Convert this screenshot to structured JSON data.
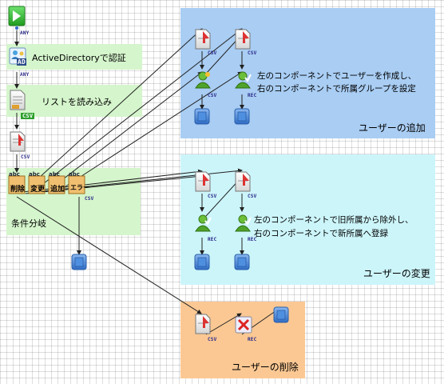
{
  "region_labels": {
    "add": "ユーザーの追加",
    "change": "ユーザーの変更",
    "delete": "ユーザーの削除",
    "branch": "条件分岐"
  },
  "node_labels": {
    "auth": "ActiveDirectoryで認証",
    "read": "リストを読み込み"
  },
  "comments": {
    "add_line1": "左のコンポーネントでユーザーを作成し、",
    "add_line2": "右のコンポーネントで所属グループを設定",
    "change_line1": "左のコンポーネントで旧所属から除外し、",
    "change_line2": "右のコンポーネントで新所属へ登録"
  },
  "tags": {
    "any": "ANY",
    "csv": "CSV",
    "rec": "REC",
    "ad": "AD",
    "abc": "abc"
  },
  "branch_pins": [
    "削除",
    "変更",
    "追加",
    "エラー"
  ],
  "colors": {
    "region_add": "#a9cdf3",
    "region_change": "#ccf5fa",
    "region_delete": "#fbc893",
    "region_left": "#d5f5cc",
    "start_green": "#2bb52b",
    "end_blue": "#3d7fd6"
  }
}
